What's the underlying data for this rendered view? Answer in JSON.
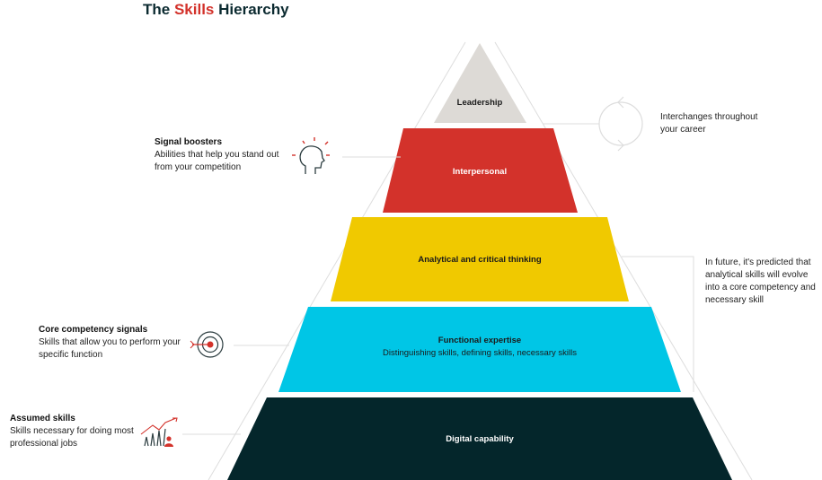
{
  "title": {
    "prefix": "The",
    "accent": "Skills",
    "suffix": "Hierarchy"
  },
  "colors": {
    "leadership": "#dddad6",
    "interpersonal": "#d3322b",
    "analytical": "#f0c900",
    "functional": "#00c6e6",
    "digital": "#04262b",
    "accent": "#d3322b"
  },
  "layers": {
    "leadership": "Leadership",
    "interpersonal": "Interpersonal",
    "analytical": "Analytical and critical thinking",
    "functional": "Functional expertise",
    "functional_sub": "Distinguishing skills, defining skills, necessary skills",
    "digital": "Digital capability"
  },
  "notes": {
    "signal_boosters": {
      "heading": "Signal boosters",
      "text": "Abilities that help you stand out from your competition",
      "icon": "head-idea-icon"
    },
    "core_competency": {
      "heading": "Core competency signals",
      "text": "Skills that allow you to perform your specific function",
      "icon": "target-icon"
    },
    "assumed": {
      "heading": "Assumed skills",
      "text": "Skills necessary for doing most professional jobs",
      "icon": "growth-chart-icon"
    },
    "interchanges": {
      "text": "Interchanges throughout your career",
      "icon": "cycle-icon"
    },
    "future": {
      "text": "In future, it's predicted that analytical skills will evolve into a core competency and necessary skill"
    }
  }
}
